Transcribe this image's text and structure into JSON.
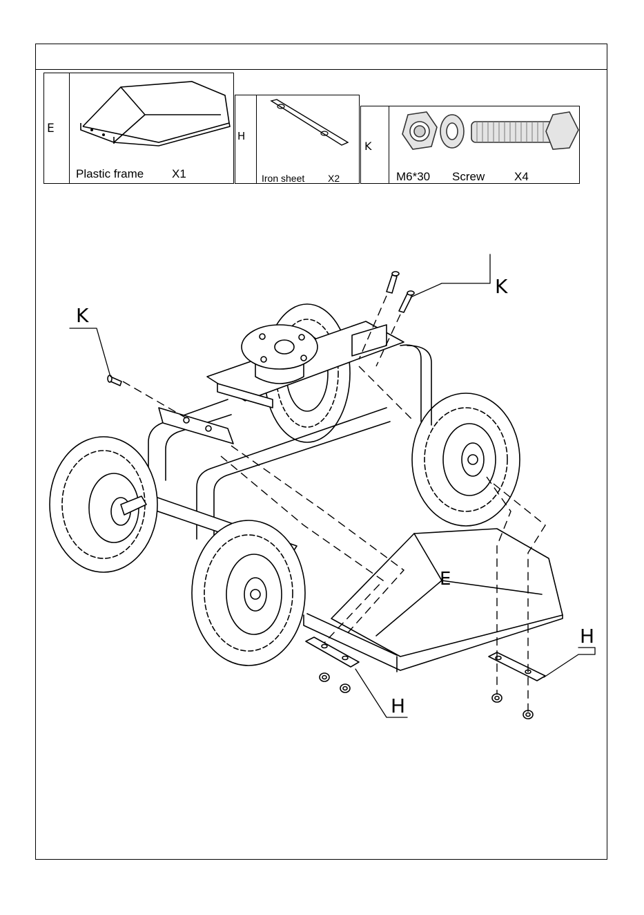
{
  "parts": [
    {
      "letter": "E",
      "name": "Plastic frame",
      "qty": "X1"
    },
    {
      "letter": "H",
      "name": "Iron sheet",
      "qty": "X2"
    },
    {
      "letter": "K",
      "name": "M6*30",
      "name2": "Screw",
      "qty": "X4"
    }
  ],
  "callouts": {
    "k_left": "K",
    "k_top": "K",
    "e_tray": "E",
    "h_left": "H",
    "h_right": "H"
  }
}
